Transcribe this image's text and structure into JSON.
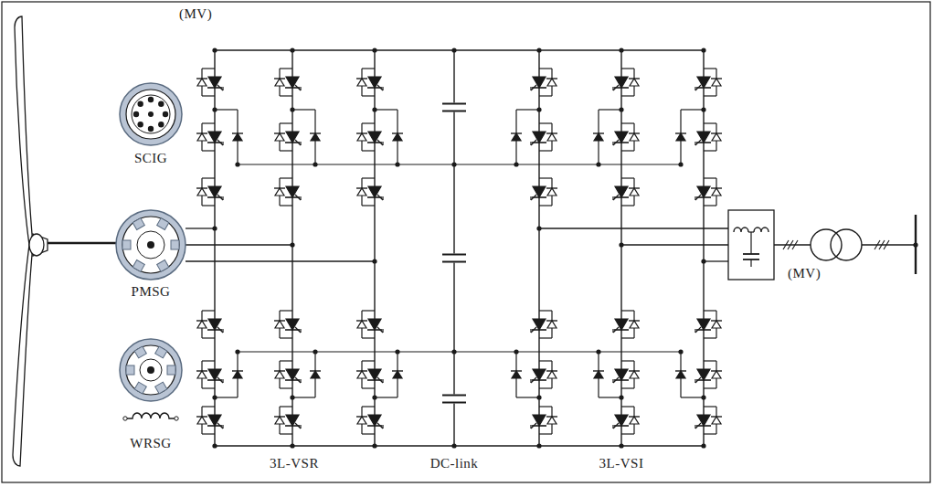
{
  "diagram": {
    "labels": [
      "(MV)",
      "SCIG",
      "PMSG",
      "WRSG",
      "3L-VSR",
      "DC-link",
      "3L-VSI",
      "(MV)"
    ]
  }
}
